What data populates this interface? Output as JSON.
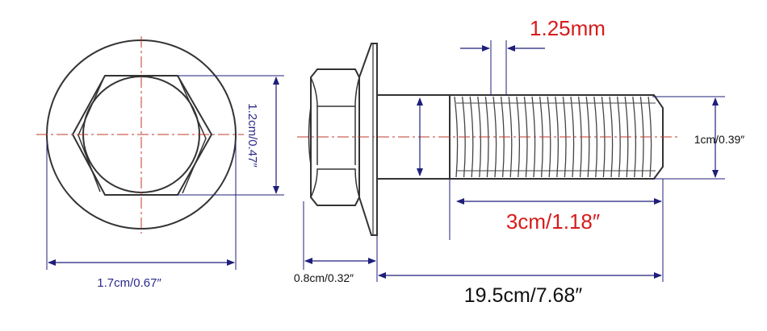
{
  "diagram": {
    "colors": {
      "outline": "#333333",
      "dimension": "#1f1f7a",
      "centerline": "#c0392b",
      "highlight": "#d81b1b"
    },
    "labels": {
      "head_width": "1.7cm/0.67″",
      "hex_width": "1.2cm/0.47″",
      "head_thickness": "0.8cm/0.32″",
      "total_length": "19.5cm/7.68″",
      "thread_length": "3cm/1.18″",
      "thread_diameter": "1cm/0.39″",
      "thread_pitch": "1.25mm"
    }
  }
}
